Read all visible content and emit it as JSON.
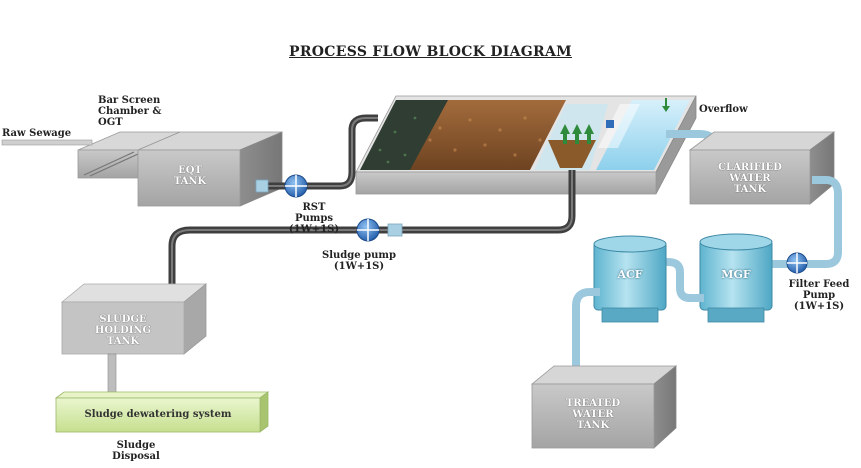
{
  "title": "PROCESS FLOW BLOCK DIAGRAM",
  "labels": {
    "bar_screen": "Bar Screen\nChamber &\nOGT",
    "raw_sewage": "Raw Sewage",
    "eqt_tank": "EQT\nTANK",
    "rst_pumps": "RST\nPumps\n(1W+1S)",
    "sludge_pump": "Sludge pump\n(1W+1S)",
    "overflow": "Overflow",
    "clarified_tank": "CLARIFIED\nWATER\nTANK",
    "filter_feed_pump": "Filter Feed\nPump\n(1W+1S)",
    "acf": "ACF",
    "mgf": "MGF",
    "sludge_holding_tank": "SLUDGE\nHOLDING\nTANK",
    "sludge_dewatering": "Sludge dewatering system",
    "sludge_disposal": "Sludge\nDisposal",
    "treated_tank": "TREATED\nWATER\nTANK"
  },
  "colors": {
    "tank_grey": "#b7b7b7",
    "pipe_dark": "#4a4a4a",
    "pipe_light": "#a9cfe3",
    "vessel_blue": "#7fc6dc",
    "pump_blue": "#2f6db8",
    "dewater_green": "#d9ecb0"
  }
}
